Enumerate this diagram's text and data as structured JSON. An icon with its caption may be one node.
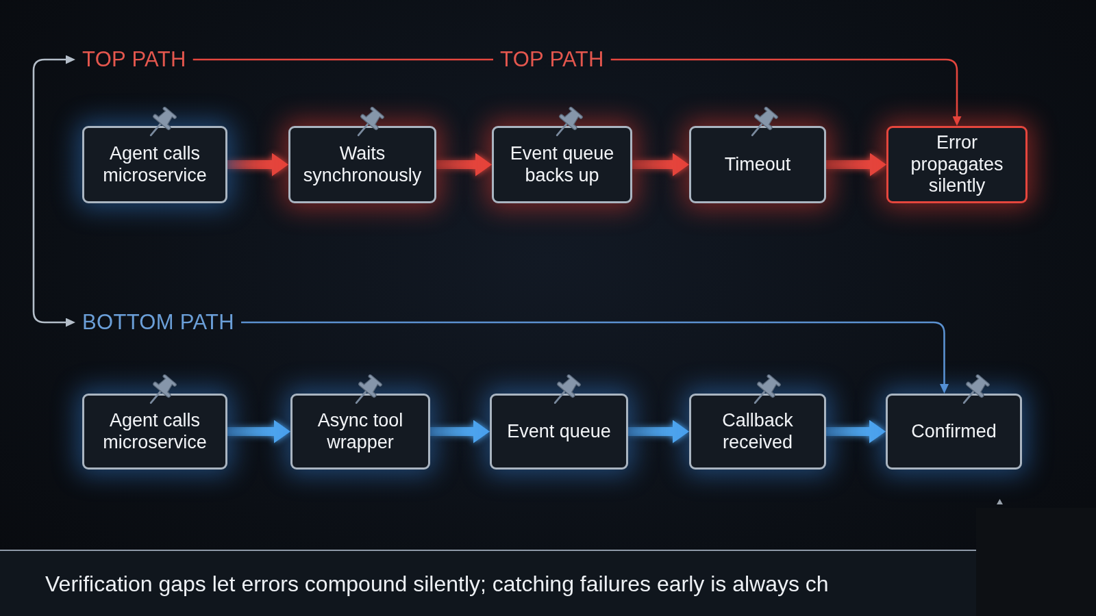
{
  "diagram": {
    "nodes": [
      {
        "text": [
          "TOP PATH"
        ]
      },
      {
        "text": [
          "TOP PATH"
        ]
      },
      {
        "text": [
          "Agent calls microservice"
        ]
      },
      {
        "text": [
          "Waits synchronously"
        ]
      },
      {
        "text": [
          "Event queue backs up"
        ]
      },
      {
        "text": [
          "Timeout"
        ]
      },
      {
        "text": [
          "Error propagates silently"
        ]
      },
      {
        "text": [
          "BOTTOM PATH"
        ]
      },
      {
        "text": [
          "Agent calls microservice"
        ]
      },
      {
        "text": [
          "Async tool wrapper"
        ]
      },
      {
        "text": [
          "Event queue"
        ]
      },
      {
        "text": [
          "Callback received"
        ]
      },
      {
        "text": [
          "Confirmed"
        ]
      }
    ],
    "edges": [
      {
        "from": 0,
        "to": 1,
        "arrow": "none"
      },
      {
        "from": 1,
        "to": 6,
        "arrow": "to"
      },
      {
        "from": 0,
        "to": 7,
        "arrow": "both",
        "color": "#b4bec9"
      },
      {
        "from": 2,
        "to": 3,
        "arrow": "to",
        "style": "thick"
      },
      {
        "from": 3,
        "to": 4,
        "arrow": "to",
        "style": "thick"
      },
      {
        "from": 4,
        "to": 5,
        "arrow": "to",
        "style": "thick"
      },
      {
        "from": 5,
        "to": 6,
        "arrow": "to",
        "style": "thick"
      },
      {
        "from": 7,
        "to": 12,
        "arrow": "to",
        "color": "#5b91d0"
      },
      {
        "from": 8,
        "to": 9,
        "arrow": "to",
        "style": "thick",
        "color": "#4fa6ee"
      },
      {
        "from": 9,
        "to": 10,
        "arrow": "to",
        "style": "thick",
        "color": "#4fa6ee"
      },
      {
        "from": 10,
        "to": 11,
        "arrow": "to",
        "style": "thick",
        "color": "#4fa6ee"
      },
      {
        "from": 11,
        "to": 12,
        "arrow": "to",
        "style": "thick",
        "color": "#4fa6ee"
      }
    ],
    "caption": "Verification gaps let errors compound silently; catching failures early is always ch"
  }
}
